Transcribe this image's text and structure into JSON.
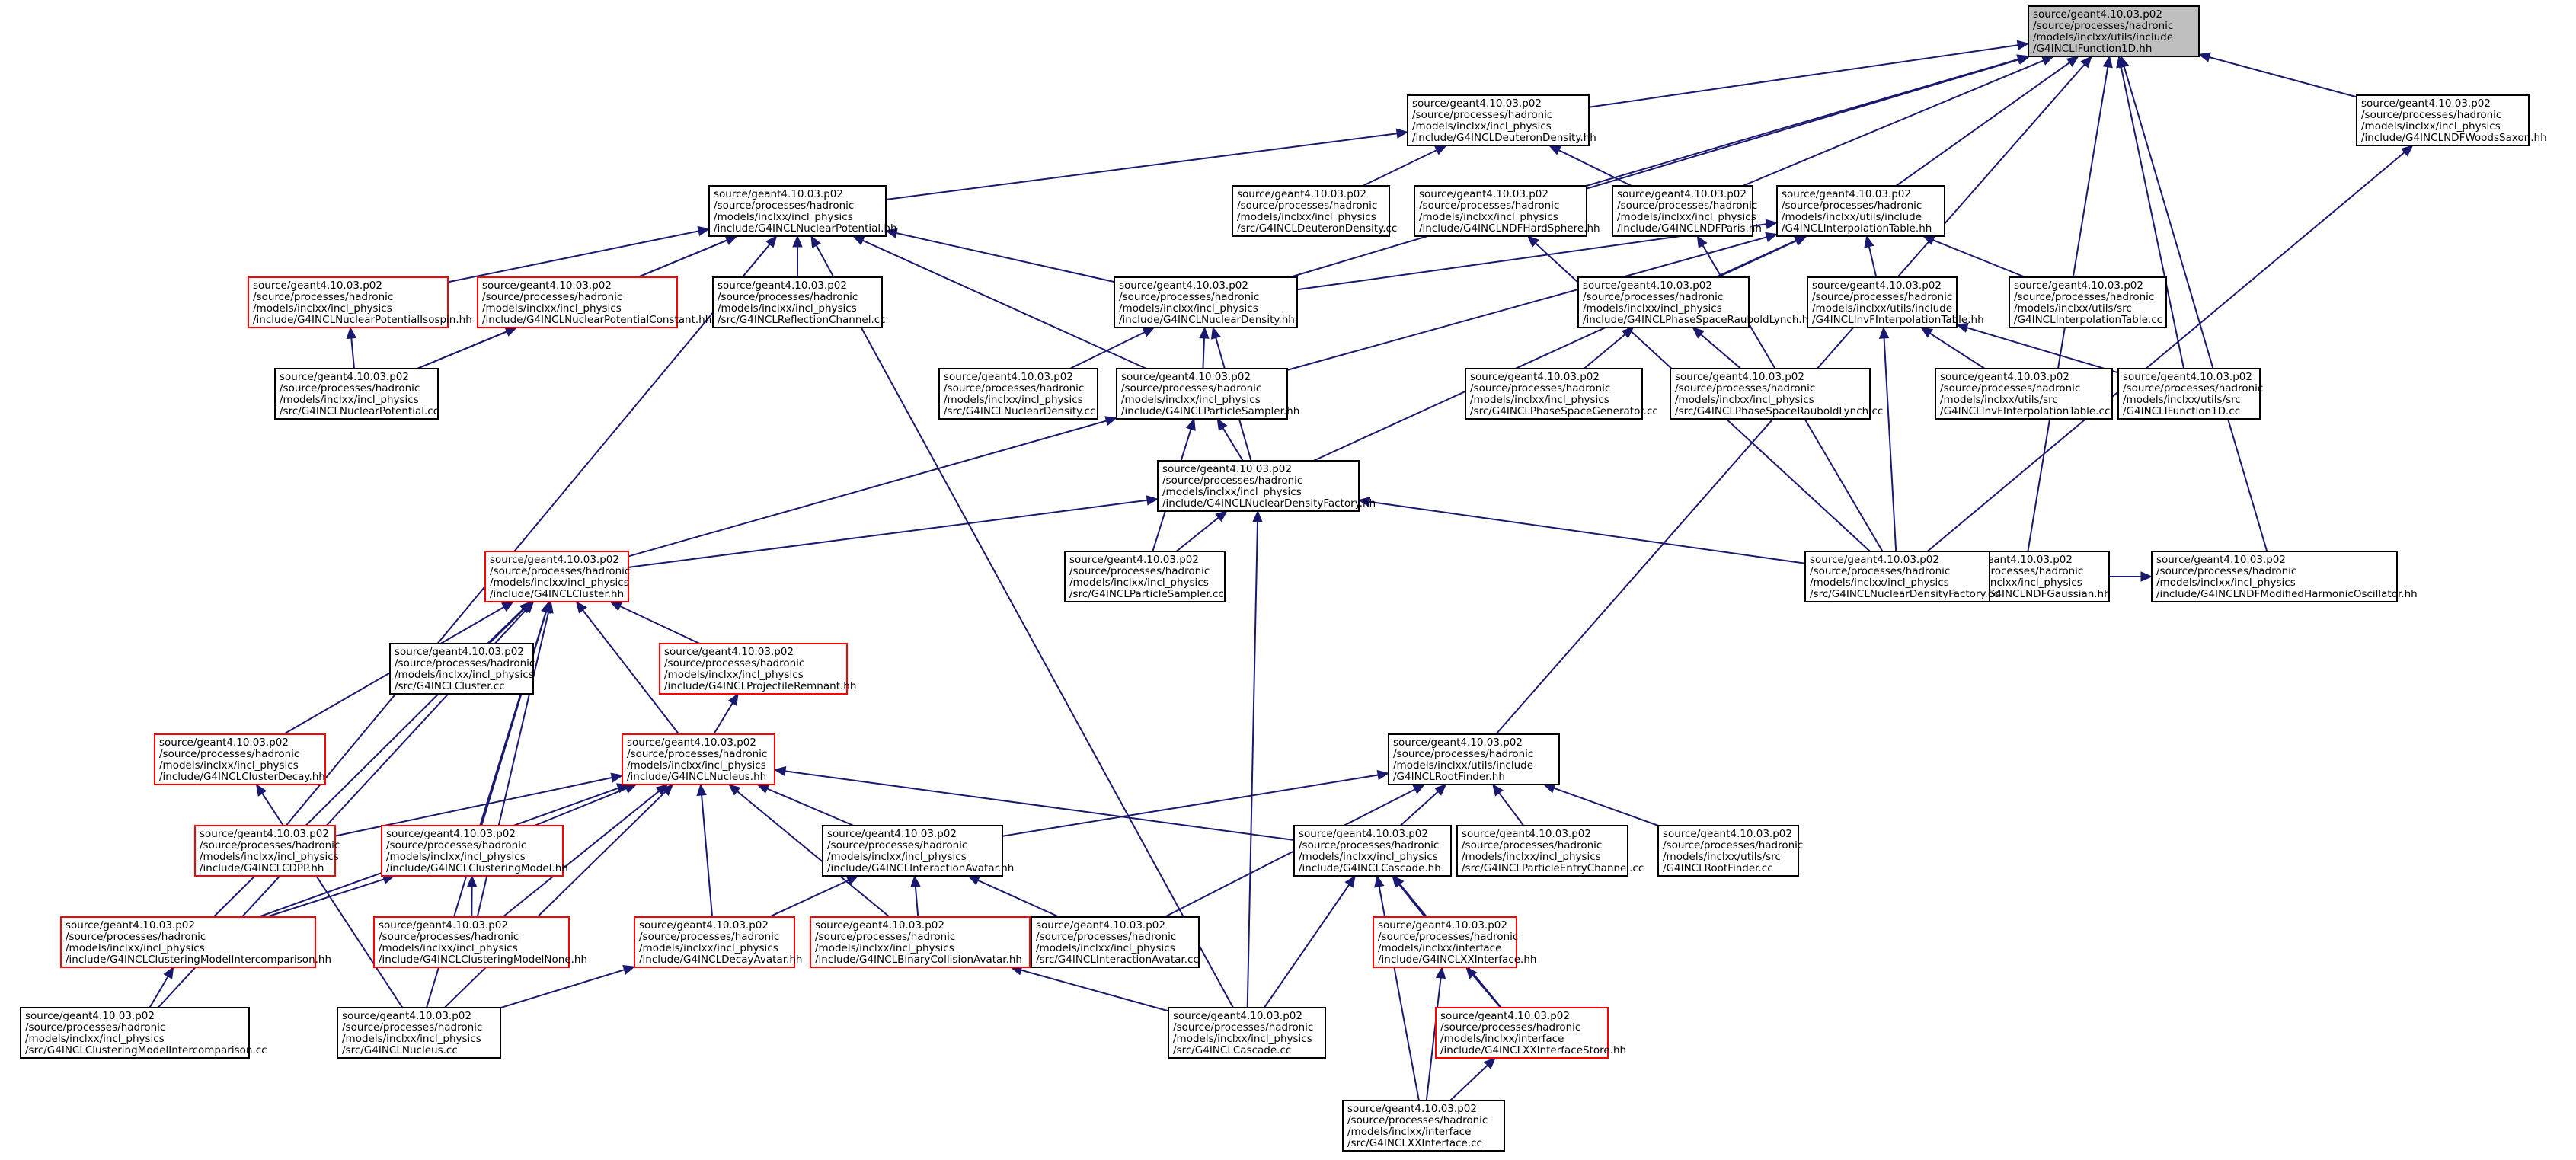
{
  "graph": {
    "nodes": [
      {
        "id": "n0",
        "style": "grey",
        "lines": [
          "source/geant4.10.03.p02",
          "/source/processes/hadronic",
          "/models/inclxx/utils/include",
          "/G4INCLIFunction1D.hh"
        ]
      },
      {
        "id": "n1",
        "style": "black",
        "lines": [
          "source/geant4.10.03.p02",
          "/source/processes/hadronic",
          "/models/inclxx/incl_physics",
          "/include/G4INCLDeuteronDensity.hh"
        ]
      },
      {
        "id": "n2",
        "style": "black",
        "lines": [
          "source/geant4.10.03.p02",
          "/source/processes/hadronic",
          "/models/inclxx/incl_physics",
          "/include/G4INCLNDFWoodsSaxon.hh"
        ]
      },
      {
        "id": "n3",
        "style": "black",
        "lines": [
          "source/geant4.10.03.p02",
          "/source/processes/hadronic",
          "/models/inclxx/incl_physics",
          "/include/G4INCLNuclearPotential.hh"
        ]
      },
      {
        "id": "n4",
        "style": "black",
        "lines": [
          "source/geant4.10.03.p02",
          "/source/processes/hadronic",
          "/models/inclxx/incl_physics",
          "/src/G4INCLDeuteronDensity.cc"
        ]
      },
      {
        "id": "n5",
        "style": "black",
        "lines": [
          "source/geant4.10.03.p02",
          "/source/processes/hadronic",
          "/models/inclxx/incl_physics",
          "/include/G4INCLNDFHardSphere.hh"
        ]
      },
      {
        "id": "n6",
        "style": "black",
        "lines": [
          "source/geant4.10.03.p02",
          "/source/processes/hadronic",
          "/models/inclxx/incl_physics",
          "/include/G4INCLNDFParis.hh"
        ]
      },
      {
        "id": "n7",
        "style": "black",
        "lines": [
          "source/geant4.10.03.p02",
          "/source/processes/hadronic",
          "/models/inclxx/utils/include",
          "/G4INCLInterpolationTable.hh"
        ]
      },
      {
        "id": "n8",
        "style": "red",
        "lines": [
          "source/geant4.10.03.p02",
          "/source/processes/hadronic",
          "/models/inclxx/incl_physics",
          "/include/G4INCLNuclearPotentialIsospin.hh"
        ]
      },
      {
        "id": "n9",
        "style": "red",
        "lines": [
          "source/geant4.10.03.p02",
          "/source/processes/hadronic",
          "/models/inclxx/incl_physics",
          "/include/G4INCLNuclearPotentialConstant.hh"
        ]
      },
      {
        "id": "n10",
        "style": "black",
        "lines": [
          "source/geant4.10.03.p02",
          "/source/processes/hadronic",
          "/models/inclxx/incl_physics",
          "/src/G4INCLReflectionChannel.cc"
        ]
      },
      {
        "id": "n11",
        "style": "black",
        "lines": [
          "source/geant4.10.03.p02",
          "/source/processes/hadronic",
          "/models/inclxx/incl_physics",
          "/include/G4INCLNuclearDensity.hh"
        ]
      },
      {
        "id": "n12",
        "style": "black",
        "lines": [
          "source/geant4.10.03.p02",
          "/source/processes/hadronic",
          "/models/inclxx/incl_physics",
          "/include/G4INCLPhaseSpaceRauboldLynch.hh"
        ]
      },
      {
        "id": "n13",
        "style": "black",
        "lines": [
          "source/geant4.10.03.p02",
          "/source/processes/hadronic",
          "/models/inclxx/utils/include",
          "/G4INCLInvFInterpolationTable.hh"
        ]
      },
      {
        "id": "n14",
        "style": "black",
        "lines": [
          "source/geant4.10.03.p02",
          "/source/processes/hadronic",
          "/models/inclxx/utils/src",
          "/G4INCLInterpolationTable.cc"
        ]
      },
      {
        "id": "n15",
        "style": "black",
        "lines": [
          "source/geant4.10.03.p02",
          "/source/processes/hadronic",
          "/models/inclxx/incl_physics",
          "/src/G4INCLNuclearPotential.cc"
        ]
      },
      {
        "id": "n16",
        "style": "black",
        "lines": [
          "source/geant4.10.03.p02",
          "/source/processes/hadronic",
          "/models/inclxx/incl_physics",
          "/src/G4INCLNuclearDensity.cc"
        ]
      },
      {
        "id": "n17",
        "style": "black",
        "lines": [
          "source/geant4.10.03.p02",
          "/source/processes/hadronic",
          "/models/inclxx/incl_physics",
          "/include/G4INCLParticleSampler.hh"
        ]
      },
      {
        "id": "n18",
        "style": "black",
        "lines": [
          "source/geant4.10.03.p02",
          "/source/processes/hadronic",
          "/models/inclxx/incl_physics",
          "/src/G4INCLPhaseSpaceGenerator.cc"
        ]
      },
      {
        "id": "n19",
        "style": "black",
        "lines": [
          "source/geant4.10.03.p02",
          "/source/processes/hadronic",
          "/models/inclxx/incl_physics",
          "/src/G4INCLPhaseSpaceRauboldLynch.cc"
        ]
      },
      {
        "id": "n20",
        "style": "black",
        "lines": [
          "source/geant4.10.03.p02",
          "/source/processes/hadronic",
          "/models/inclxx/utils/src",
          "/G4INCLInvFInterpolationTable.cc"
        ]
      },
      {
        "id": "n21",
        "style": "black",
        "lines": [
          "source/geant4.10.03.p02",
          "/source/processes/hadronic",
          "/models/inclxx/utils/src",
          "/G4INCLIFunction1D.cc"
        ]
      },
      {
        "id": "n22",
        "style": "black",
        "lines": [
          "source/geant4.10.03.p02",
          "/source/processes/hadronic",
          "/models/inclxx/incl_physics",
          "/include/G4INCLNuclearDensityFactory.hh"
        ]
      },
      {
        "id": "n23",
        "style": "black",
        "lines": [
          "source/geant4.10.03.p02",
          "/source/processes/hadronic",
          "/models/inclxx/incl_physics",
          "/include/G4INCLNDFGaussian.hh"
        ]
      },
      {
        "id": "n24",
        "style": "black",
        "lines": [
          "source/geant4.10.03.p02",
          "/source/processes/hadronic",
          "/models/inclxx/incl_physics",
          "/include/G4INCLNDFModifiedHarmonicOscillator.hh"
        ]
      },
      {
        "id": "n25",
        "style": "red",
        "lines": [
          "source/geant4.10.03.p02",
          "/source/processes/hadronic",
          "/models/inclxx/incl_physics",
          "/include/G4INCLCluster.hh"
        ]
      },
      {
        "id": "n26",
        "style": "black",
        "lines": [
          "source/geant4.10.03.p02",
          "/source/processes/hadronic",
          "/models/inclxx/incl_physics",
          "/src/G4INCLParticleSampler.cc"
        ]
      },
      {
        "id": "n27",
        "style": "black",
        "lines": [
          "source/geant4.10.03.p02",
          "/source/processes/hadronic",
          "/models/inclxx/incl_physics",
          "/src/G4INCLNuclearDensityFactory.cc"
        ]
      },
      {
        "id": "n28",
        "style": "black",
        "lines": [
          "source/geant4.10.03.p02",
          "/source/processes/hadronic",
          "/models/inclxx/incl_physics",
          "/src/G4INCLCluster.cc"
        ]
      },
      {
        "id": "n29",
        "style": "red",
        "lines": [
          "source/geant4.10.03.p02",
          "/source/processes/hadronic",
          "/models/inclxx/incl_physics",
          "/include/G4INCLProjectileRemnant.hh"
        ]
      },
      {
        "id": "n30",
        "style": "red",
        "lines": [
          "source/geant4.10.03.p02",
          "/source/processes/hadronic",
          "/models/inclxx/incl_physics",
          "/include/G4INCLClusterDecay.hh"
        ]
      },
      {
        "id": "n31",
        "style": "red",
        "lines": [
          "source/geant4.10.03.p02",
          "/source/processes/hadronic",
          "/models/inclxx/incl_physics",
          "/include/G4INCLNucleus.hh"
        ]
      },
      {
        "id": "n32",
        "style": "black",
        "lines": [
          "source/geant4.10.03.p02",
          "/source/processes/hadronic",
          "/models/inclxx/utils/include",
          "/G4INCLRootFinder.hh"
        ]
      },
      {
        "id": "n33",
        "style": "red",
        "lines": [
          "source/geant4.10.03.p02",
          "/source/processes/hadronic",
          "/models/inclxx/incl_physics",
          "/include/G4INCLCDPP.hh"
        ]
      },
      {
        "id": "n34",
        "style": "red",
        "lines": [
          "source/geant4.10.03.p02",
          "/source/processes/hadronic",
          "/models/inclxx/incl_physics",
          "/include/G4INCLClusteringModel.hh"
        ]
      },
      {
        "id": "n35",
        "style": "black",
        "lines": [
          "source/geant4.10.03.p02",
          "/source/processes/hadronic",
          "/models/inclxx/incl_physics",
          "/include/G4INCLInteractionAvatar.hh"
        ]
      },
      {
        "id": "n36",
        "style": "black",
        "lines": [
          "source/geant4.10.03.p02",
          "/source/processes/hadronic",
          "/models/inclxx/incl_physics",
          "/include/G4INCLCascade.hh"
        ]
      },
      {
        "id": "n37",
        "style": "black",
        "lines": [
          "source/geant4.10.03.p02",
          "/source/processes/hadronic",
          "/models/inclxx/incl_physics",
          "/src/G4INCLParticleEntryChannel.cc"
        ]
      },
      {
        "id": "n38",
        "style": "black",
        "lines": [
          "source/geant4.10.03.p02",
          "/source/processes/hadronic",
          "/models/inclxx/utils/src",
          "/G4INCLRootFinder.cc"
        ]
      },
      {
        "id": "n39",
        "style": "red",
        "lines": [
          "source/geant4.10.03.p02",
          "/source/processes/hadronic",
          "/models/inclxx/incl_physics",
          "/include/G4INCLClusteringModelIntercomparison.hh"
        ]
      },
      {
        "id": "n40",
        "style": "red",
        "lines": [
          "source/geant4.10.03.p02",
          "/source/processes/hadronic",
          "/models/inclxx/incl_physics",
          "/include/G4INCLClusteringModelNone.hh"
        ]
      },
      {
        "id": "n41",
        "style": "red",
        "lines": [
          "source/geant4.10.03.p02",
          "/source/processes/hadronic",
          "/models/inclxx/incl_physics",
          "/include/G4INCLDecayAvatar.hh"
        ]
      },
      {
        "id": "n42",
        "style": "red",
        "lines": [
          "source/geant4.10.03.p02",
          "/source/processes/hadronic",
          "/models/inclxx/incl_physics",
          "/include/G4INCLBinaryCollisionAvatar.hh"
        ]
      },
      {
        "id": "n43",
        "style": "black",
        "lines": [
          "source/geant4.10.03.p02",
          "/source/processes/hadronic",
          "/models/inclxx/incl_physics",
          "/src/G4INCLInteractionAvatar.cc"
        ]
      },
      {
        "id": "n44",
        "style": "red",
        "lines": [
          "source/geant4.10.03.p02",
          "/source/processes/hadronic",
          "/models/inclxx/interface",
          "/include/G4INCLXXInterface.hh"
        ]
      },
      {
        "id": "n45",
        "style": "red",
        "lines": [
          "source/geant4.10.03.p02",
          "/source/processes/hadronic",
          "/models/inclxx/interface",
          "/include/G4INCLXXInterfaceStore.hh"
        ]
      },
      {
        "id": "n46",
        "style": "black",
        "lines": [
          "source/geant4.10.03.p02",
          "/source/processes/hadronic",
          "/models/inclxx/incl_physics",
          "/src/G4INCLClusteringModelIntercomparison.cc"
        ]
      },
      {
        "id": "n47",
        "style": "black",
        "lines": [
          "source/geant4.10.03.p02",
          "/source/processes/hadronic",
          "/models/inclxx/incl_physics",
          "/src/G4INCLNucleus.cc"
        ]
      },
      {
        "id": "n48",
        "style": "black",
        "lines": [
          "source/geant4.10.03.p02",
          "/source/processes/hadronic",
          "/models/inclxx/incl_physics",
          "/src/G4INCLCascade.cc"
        ]
      },
      {
        "id": "n49",
        "style": "black",
        "lines": [
          "source/geant4.10.03.p02",
          "/source/processes/hadronic",
          "/models/inclxx/interface",
          "/src/G4INCLXXInterface.cc"
        ]
      }
    ],
    "edges": [
      [
        "n0",
        "n1"
      ],
      [
        "n0",
        "n2"
      ],
      [
        "n0",
        "n5"
      ],
      [
        "n0",
        "n6"
      ],
      [
        "n0",
        "n7"
      ],
      [
        "n0",
        "n11"
      ],
      [
        "n0",
        "n21"
      ],
      [
        "n0",
        "n23"
      ],
      [
        "n0",
        "n24"
      ],
      [
        "n0",
        "n32"
      ],
      [
        "n1",
        "n3"
      ],
      [
        "n1",
        "n4"
      ],
      [
        "n1",
        "n6"
      ],
      [
        "n3",
        "n8"
      ],
      [
        "n3",
        "n9"
      ],
      [
        "n3",
        "n10"
      ],
      [
        "n3",
        "n11"
      ],
      [
        "n3",
        "n15"
      ],
      [
        "n3",
        "n17"
      ],
      [
        "n3",
        "n33"
      ],
      [
        "n3",
        "n48"
      ],
      [
        "n7",
        "n11"
      ],
      [
        "n7",
        "n12"
      ],
      [
        "n7",
        "n13"
      ],
      [
        "n7",
        "n14"
      ],
      [
        "n7",
        "n17"
      ],
      [
        "n7",
        "n22"
      ],
      [
        "n8",
        "n15"
      ],
      [
        "n9",
        "n15"
      ],
      [
        "n11",
        "n16"
      ],
      [
        "n11",
        "n17"
      ],
      [
        "n11",
        "n22"
      ],
      [
        "n12",
        "n18"
      ],
      [
        "n12",
        "n19"
      ],
      [
        "n13",
        "n20"
      ],
      [
        "n13",
        "n21"
      ],
      [
        "n13",
        "n27"
      ],
      [
        "n17",
        "n22"
      ],
      [
        "n17",
        "n25"
      ],
      [
        "n17",
        "n26"
      ],
      [
        "n22",
        "n25"
      ],
      [
        "n22",
        "n26"
      ],
      [
        "n22",
        "n27"
      ],
      [
        "n22",
        "n48"
      ],
      [
        "n5",
        "n27"
      ],
      [
        "n6",
        "n27"
      ],
      [
        "n23",
        "n27"
      ],
      [
        "n24",
        "n27"
      ],
      [
        "n2",
        "n27"
      ],
      [
        "n25",
        "n28"
      ],
      [
        "n25",
        "n29"
      ],
      [
        "n25",
        "n30"
      ],
      [
        "n25",
        "n31"
      ],
      [
        "n25",
        "n34"
      ],
      [
        "n25",
        "n39"
      ],
      [
        "n25",
        "n40"
      ],
      [
        "n25",
        "n46"
      ],
      [
        "n25",
        "n47"
      ],
      [
        "n29",
        "n31"
      ],
      [
        "n30",
        "n47"
      ],
      [
        "n31",
        "n33"
      ],
      [
        "n31",
        "n34"
      ],
      [
        "n31",
        "n35"
      ],
      [
        "n31",
        "n36"
      ],
      [
        "n31",
        "n39"
      ],
      [
        "n31",
        "n40"
      ],
      [
        "n31",
        "n41"
      ],
      [
        "n31",
        "n42"
      ],
      [
        "n31",
        "n47"
      ],
      [
        "n32",
        "n35"
      ],
      [
        "n32",
        "n36"
      ],
      [
        "n32",
        "n37"
      ],
      [
        "n32",
        "n38"
      ],
      [
        "n32",
        "n43"
      ],
      [
        "n34",
        "n39"
      ],
      [
        "n34",
        "n40"
      ],
      [
        "n35",
        "n41"
      ],
      [
        "n35",
        "n42"
      ],
      [
        "n35",
        "n43"
      ],
      [
        "n36",
        "n44"
      ],
      [
        "n36",
        "n45"
      ],
      [
        "n36",
        "n48"
      ],
      [
        "n36",
        "n49"
      ],
      [
        "n39",
        "n46"
      ],
      [
        "n41",
        "n47"
      ],
      [
        "n42",
        "n48"
      ],
      [
        "n44",
        "n45"
      ],
      [
        "n44",
        "n49"
      ],
      [
        "n45",
        "n49"
      ]
    ]
  }
}
